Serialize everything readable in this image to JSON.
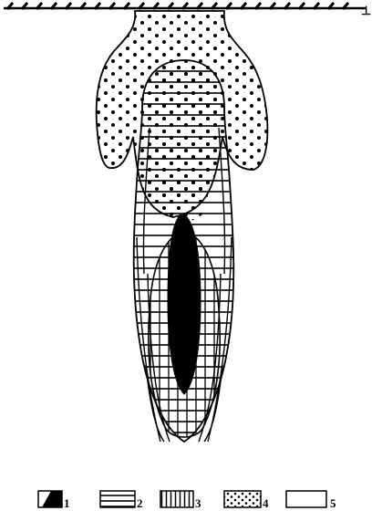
{
  "ground_symbol": "ground-surface-hatching",
  "corner_mark": "⊥",
  "legend": [
    {
      "id": "1",
      "label": "1",
      "pattern": "solid-black"
    },
    {
      "id": "2",
      "label": "2",
      "pattern": "horizontal-lines"
    },
    {
      "id": "3",
      "label": "3",
      "pattern": "vertical-lines"
    },
    {
      "id": "4",
      "label": "4",
      "pattern": "dots"
    },
    {
      "id": "5",
      "label": "5",
      "pattern": "blank"
    }
  ],
  "colors": {
    "ink": "#000000",
    "paper": "#ffffff"
  }
}
